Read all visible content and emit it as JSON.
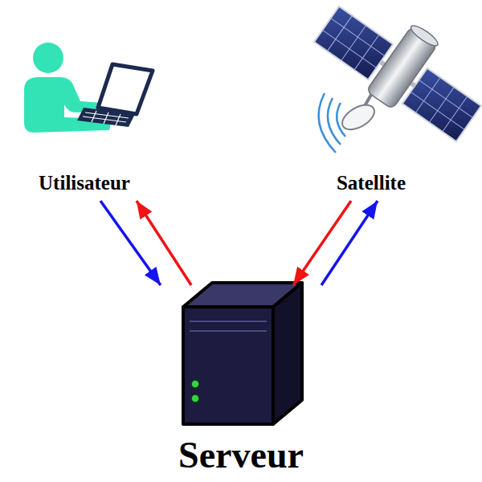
{
  "diagram": {
    "nodes": [
      {
        "text": [
          "Utilisateur"
        ]
      },
      {
        "text": [
          "Satellite"
        ]
      },
      {
        "text": [
          "Serveur"
        ]
      }
    ],
    "edges": [
      {
        "from": 0,
        "to": 2,
        "arrow": "to"
      },
      {
        "from": 2,
        "to": 0,
        "arrow": "to"
      },
      {
        "from": 1,
        "to": 2,
        "arrow": "to"
      },
      {
        "from": 2,
        "to": 1,
        "arrow": "to"
      }
    ]
  }
}
